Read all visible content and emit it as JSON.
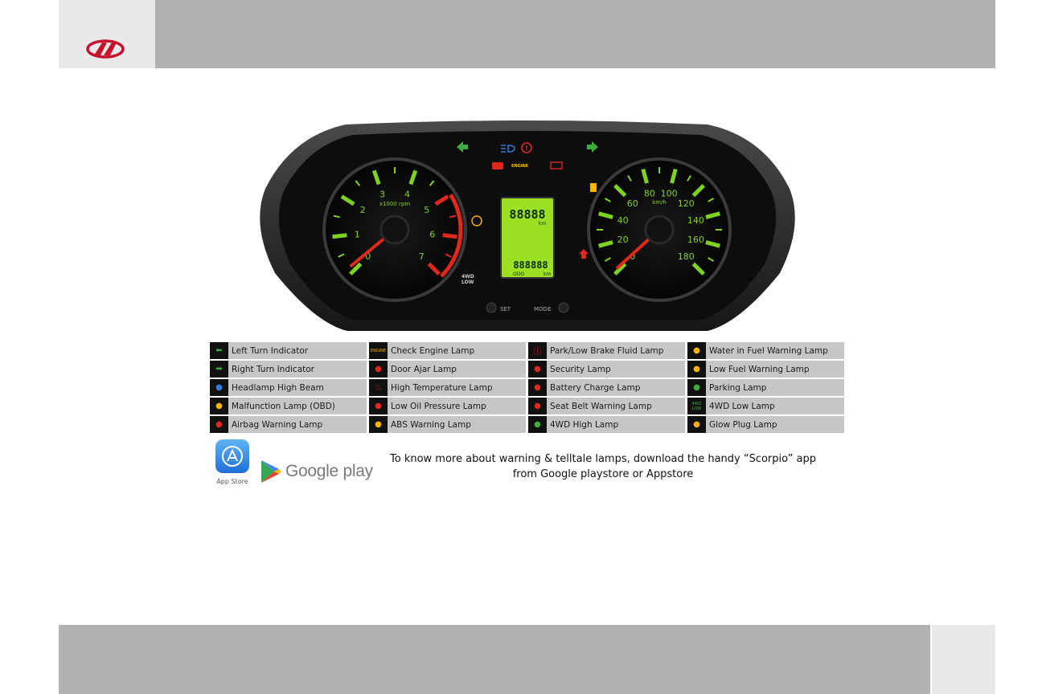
{
  "legend": {
    "items": [
      {
        "label": "Left Turn Indicator",
        "icon": "left-turn-arrow-icon",
        "color": "#3fae3f"
      },
      {
        "label": "Check Engine Lamp",
        "icon": "check-engine-text-icon",
        "color": "#ffb400"
      },
      {
        "label": "Park/Low Brake Fluid Lamp",
        "icon": "brake-warning-icon",
        "color": "#e0281c"
      },
      {
        "label": "Water in Fuel Warning Lamp",
        "icon": "water-in-fuel-icon",
        "color": "#ffb400"
      },
      {
        "label": "Right Turn Indicator",
        "icon": "right-turn-arrow-icon",
        "color": "#3fae3f"
      },
      {
        "label": "Door Ajar Lamp",
        "icon": "door-ajar-icon",
        "color": "#e0281c"
      },
      {
        "label": "Security Lamp",
        "icon": "security-car-icon",
        "color": "#e0281c"
      },
      {
        "label": "Low Fuel Warning Lamp",
        "icon": "fuel-pump-icon",
        "color": "#ffb400"
      },
      {
        "label": "Headlamp High Beam",
        "icon": "high-beam-icon",
        "color": "#2f7de0"
      },
      {
        "label": "High Temperature Lamp",
        "icon": "temperature-icon",
        "color": "#e0281c"
      },
      {
        "label": "Battery Charge Lamp",
        "icon": "battery-icon",
        "color": "#e0281c"
      },
      {
        "label": "Parking Lamp",
        "icon": "parking-lamp-icon",
        "color": "#3fae3f"
      },
      {
        "label": "Malfunction Lamp (OBD)",
        "icon": "engine-outline-icon",
        "color": "#ffb400"
      },
      {
        "label": "Low Oil Pressure Lamp",
        "icon": "oil-can-icon",
        "color": "#e0281c"
      },
      {
        "label": "Seat Belt Warning Lamp",
        "icon": "seat-belt-icon",
        "color": "#e0281c"
      },
      {
        "label": "4WD Low Lamp",
        "icon": "4wd-low-text-icon",
        "color": "#3fae3f"
      },
      {
        "label": "Airbag Warning Lamp",
        "icon": "airbag-icon",
        "color": "#e0281c"
      },
      {
        "label": "ABS Warning Lamp",
        "icon": "abs-icon",
        "color": "#ffb400"
      },
      {
        "label": "4WD High Lamp",
        "icon": "4wd-high-icon",
        "color": "#3fae3f"
      },
      {
        "label": "Glow Plug Lamp",
        "icon": "glow-plug-icon",
        "color": "#ffb400"
      }
    ],
    "icon_text": {
      "engine": "ENGINE",
      "fourwd": "4WD",
      "low": "LOW"
    }
  },
  "cluster": {
    "tach_numbers": [
      "0",
      "1",
      "2",
      "3",
      "4",
      "5",
      "6",
      "7"
    ],
    "tach_unit": "x1000 rpm",
    "speed_numbers": [
      "0",
      "20",
      "40",
      "60",
      "80",
      "100",
      "120",
      "140",
      "160",
      "180"
    ],
    "speed_unit": "km/h",
    "lcd_trip": "88888",
    "lcd_odo": "888888",
    "lcd_trip_unit": "km",
    "lcd_odo_label": "ODO",
    "lcd_odo_unit": "km",
    "fourwd_label_1": "4WD",
    "fourwd_label_2": "LOW",
    "set_label": "SET",
    "mode_label": "MODE",
    "engine_text": "ENGINE"
  },
  "apps": {
    "app_store_caption": "App Store",
    "google_play_label": "Google play"
  },
  "info_text": {
    "line1": "To know more about warning & telltale lamps, download the handy “Scorpio” app",
    "line2": "from Google playstore or Appstore"
  },
  "colors": {
    "header_gray": "#b1b1b1",
    "logo_red": "#c8102e",
    "gauge_green": "#7ed321",
    "needle_red": "#e0281c",
    "lcd_green": "#9be022"
  }
}
